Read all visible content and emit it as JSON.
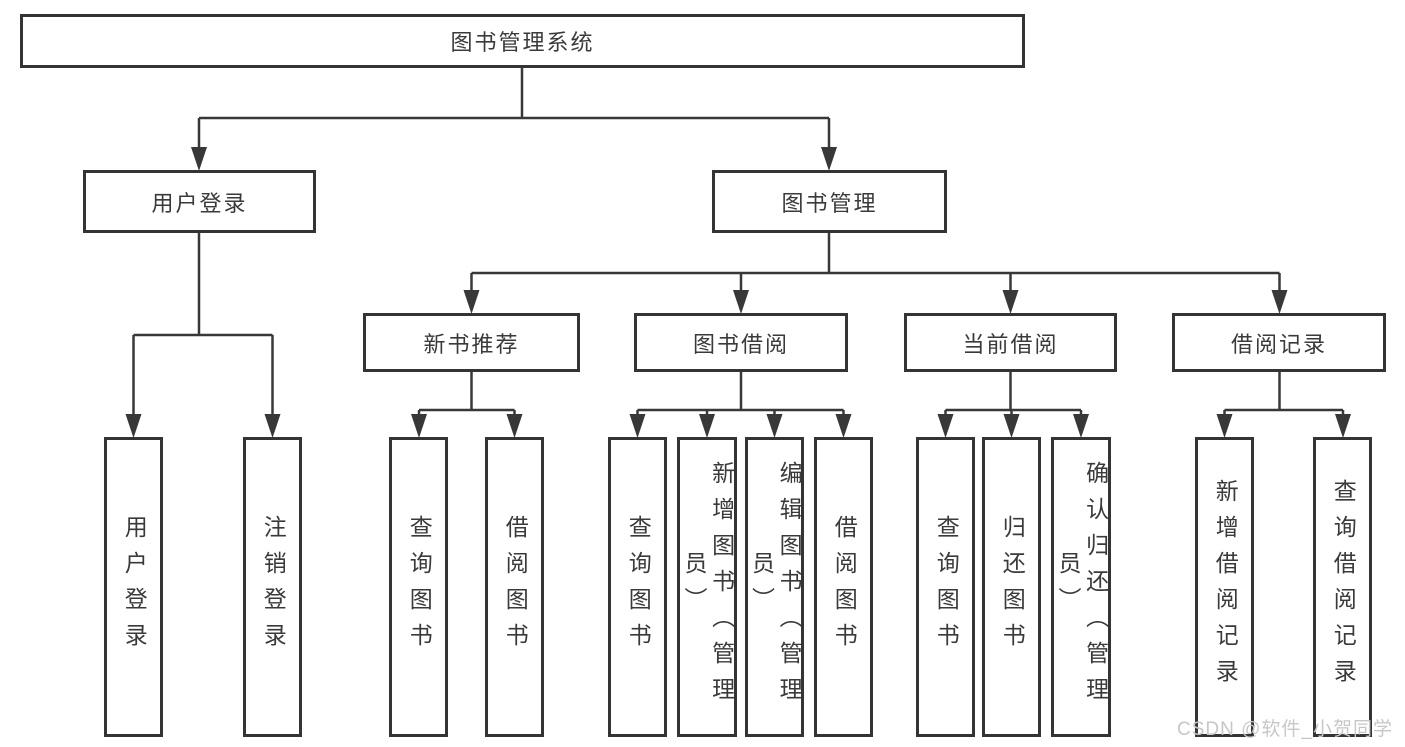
{
  "diagram": {
    "type": "hierarchy-tree",
    "root": {
      "label": "图书管理系统",
      "children": [
        {
          "label": "用户登录",
          "children": [
            {
              "label": "用户登录"
            },
            {
              "label": "注销登录"
            }
          ]
        },
        {
          "label": "图书管理",
          "children": [
            {
              "label": "新书推荐",
              "children": [
                {
                  "label": "查询图书"
                },
                {
                  "label": "借阅图书"
                }
              ]
            },
            {
              "label": "图书借阅",
              "children": [
                {
                  "label": "查询图书"
                },
                {
                  "label": "新增图书（管理员）"
                },
                {
                  "label": "编辑图书（管理员）"
                },
                {
                  "label": "借阅图书"
                }
              ]
            },
            {
              "label": "当前借阅",
              "children": [
                {
                  "label": "查询图书"
                },
                {
                  "label": "归还图书"
                },
                {
                  "label": "确认归还（管理员）"
                }
              ]
            },
            {
              "label": "借阅记录",
              "children": [
                {
                  "label": "新增借阅记录"
                },
                {
                  "label": "查询借阅记录"
                }
              ]
            }
          ]
        }
      ]
    }
  },
  "watermark": {
    "text": "CSDN @软件_小贺同学"
  },
  "colors": {
    "line": "#383838",
    "box_border": "#343434",
    "text": "#3a3a3a",
    "watermark": "#c7c7c7",
    "background": "#ffffff"
  }
}
